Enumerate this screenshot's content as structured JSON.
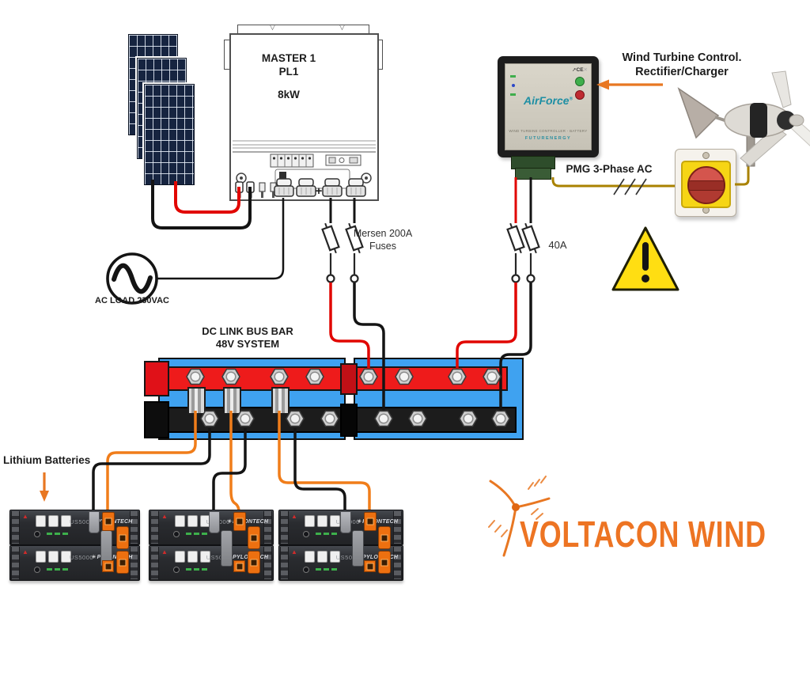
{
  "colors": {
    "wire_red": "#E10600",
    "wire_black": "#141414",
    "wire_orange": "#F07D1A",
    "wire_pmg_yellow": "#A98200",
    "bus_blue": "#3FA2F0",
    "bus_red": "#EE1B1B",
    "warning_yellow": "#FFDE12",
    "controller_teal": "#1F8FA4",
    "logo_orange": "#ED7423",
    "accent_orange": "#E87722"
  },
  "icons": {
    "warning_triangle": "▲",
    "brand_flower": "✳",
    "hanger": "▽",
    "cross": "✕",
    "arrow": "➚"
  },
  "inverter": {
    "line1": "MASTER 1",
    "line2": "PL1",
    "power": "8kW",
    "plus": "+"
  },
  "controller": {
    "brand": "AirForce",
    "reg": "®",
    "ce": "CE",
    "footer1": "WIND TURBINE CONTROLLER - BATTERY",
    "footer2": "FUTURENERGY"
  },
  "annotations": {
    "wind1": "Wind Turbine Control.",
    "wind2": "Rectifier/Charger",
    "pmg": "PMG 3-Phase AC",
    "mersen1": "Mersen 200A",
    "mersen2": "Fuses",
    "breaker": "40A",
    "acload": "AC LOAD 230VAC",
    "bus1": "DC LINK BUS BAR",
    "bus2": "48V SYSTEM",
    "lithium": "Lithium Batteries"
  },
  "battery": {
    "model": "US5000",
    "brand": "PYLONTECH"
  },
  "logo": {
    "text": "VOLTACON WIND"
  }
}
